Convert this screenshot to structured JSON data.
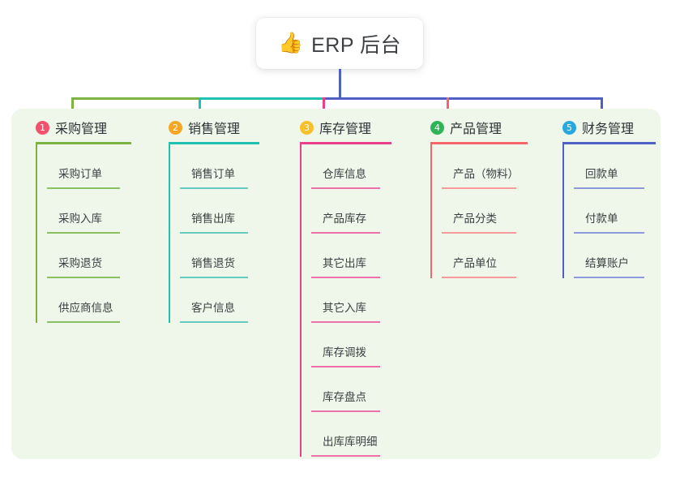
{
  "root": {
    "icon": "thumbs-up-icon",
    "icon_glyph": "👍",
    "title": "ERP 后台"
  },
  "panel": {
    "background_color": "#eef7ea"
  },
  "connector": {
    "stem_color": "#4f5fc4",
    "bus_colors": [
      "#7cb342",
      "#1fc2b0",
      "#4f5fc4"
    ]
  },
  "columns": [
    {
      "index": "1",
      "badge": "❶",
      "badge_text": "1",
      "badge_color": "#f4516c",
      "title": "采购管理",
      "accent": "#7cb342",
      "stem_color": "#7cb342",
      "leaf_accent": "#8cc063",
      "items": [
        {
          "label": "采购订单"
        },
        {
          "label": "采购入库"
        },
        {
          "label": "采购退货"
        },
        {
          "label": "供应商信息"
        }
      ]
    },
    {
      "index": "2",
      "badge": "❷",
      "badge_text": "2",
      "badge_color": "#f5a623",
      "title": "销售管理",
      "accent": "#1fc2b0",
      "stem_color": "#1fc2b0",
      "leaf_accent": "#63ccbf",
      "items": [
        {
          "label": "销售订单"
        },
        {
          "label": "销售出库"
        },
        {
          "label": "销售退货"
        },
        {
          "label": "客户信息"
        }
      ]
    },
    {
      "index": "3",
      "badge": "❸",
      "badge_text": "3",
      "badge_color": "#f7c02b",
      "title": "库存管理",
      "accent": "#ea3f8a",
      "stem_color": "#ea3f8a",
      "leaf_accent": "#ef6fa8",
      "items": [
        {
          "label": "仓库信息"
        },
        {
          "label": "产品库存"
        },
        {
          "label": "其它出库"
        },
        {
          "label": "其它入库"
        },
        {
          "label": "库存调拨"
        },
        {
          "label": "库存盘点"
        },
        {
          "label": "出库库明细"
        }
      ]
    },
    {
      "index": "4",
      "badge": "❹",
      "badge_text": "4",
      "badge_color": "#2fb457",
      "title": "产品管理",
      "accent": "#f4666a",
      "stem_color": "#f4666a",
      "leaf_accent": "#f79a9c",
      "items": [
        {
          "label": "产品（物料）"
        },
        {
          "label": "产品分类"
        },
        {
          "label": "产品单位"
        }
      ]
    },
    {
      "index": "5",
      "badge": "❺",
      "badge_text": "5",
      "badge_color": "#29a8e0",
      "title": "财务管理",
      "accent": "#4f5fc4",
      "stem_color": "#4f5fc4",
      "leaf_accent": "#8e9bdb",
      "items": [
        {
          "label": "回款单"
        },
        {
          "label": "付款单"
        },
        {
          "label": "结算账户"
        }
      ]
    }
  ]
}
